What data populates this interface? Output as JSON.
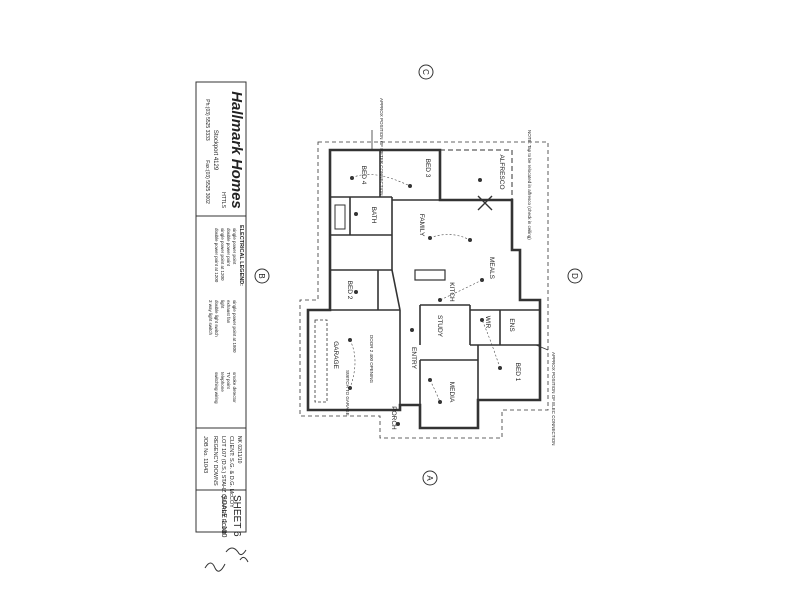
{
  "title_block": {
    "brand": "Hallmark Homes",
    "address": "Stockport 4129",
    "phone": "Ph:(03) 5525 3333",
    "fax": "Fax:(03) 5525 3002",
    "logo_tag": "HTTLS"
  },
  "legend": {
    "title": "ELECTRICAL LEGEND:",
    "left": [
      "single power point",
      "double power point",
      "single power point at 1200",
      "double power point at 1200"
    ],
    "right": [
      "single power point at 1800",
      "exhaust fan",
      "light",
      "double light switch",
      "3 way light switch"
    ],
    "extra": [
      "smoke detector",
      "TV point",
      "telephone",
      "switching wiring"
    ]
  },
  "client": {
    "client_line": "CLIENT: S.G. & D.G. McCOY",
    "lot_line": "LOT 107 (D.S.) STAHZ QUARRY ROAD",
    "suburb_line": "REGENCY DOWNS",
    "job_line": "JOB No. 11043",
    "date_line": "NK 02/11/10"
  },
  "sheet": {
    "sheet_label": "SHEET 6",
    "scale_label": "SCALE 1:100"
  },
  "grid_markers": [
    "A",
    "B",
    "C",
    "D"
  ],
  "rooms": [
    "BED 4",
    "BED 3",
    "ALFRESCO",
    "BATH",
    "FAMILY",
    "MEALS",
    "KITCH",
    "BED 2",
    "STUDY",
    "WIR",
    "ENS",
    "GARAGE",
    "ENTRY",
    "MEDIA",
    "BED 1",
    "PORCH"
  ],
  "annotations": {
    "meter_note": "APPROX POSITION OF METER CONNECTION",
    "alfresco_note": "NOTE: Tap to be relocated in alfresco (check in ceiling)",
    "ensuite_note": "APPROX POSITION OF ELEC CONNECTION",
    "garage_note": "DOOR 2 400 OPENING",
    "garage_switch": "SWITCH TO GARAGE"
  },
  "signature": "SGM DGM"
}
